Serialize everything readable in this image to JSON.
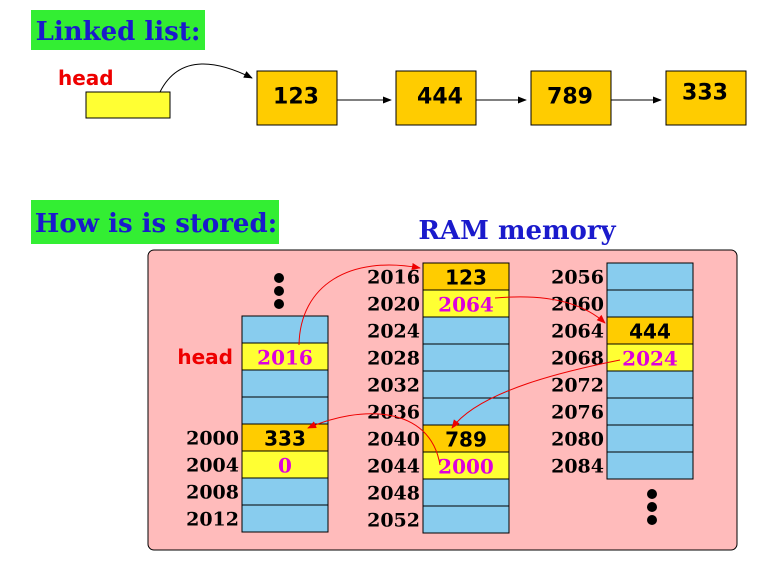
{
  "colors": {
    "green_label": "#33ee33",
    "label_text": "#1a1acc",
    "node_fill": "#ffcc00",
    "head_fill": "#ffff33",
    "cell_blue": "#88ccee",
    "ram_panel": "#ffbbbb",
    "red": "#ee0000",
    "magenta": "#dd00dd",
    "black": "#000000"
  },
  "title_linked": "Linked list:",
  "title_stored": "How is is stored:",
  "ram_title": "RAM memory",
  "head_label": "head",
  "list_nodes": [
    "123",
    "444",
    "789",
    "333"
  ],
  "ram": {
    "head_label": "head",
    "columns": [
      {
        "cells": [
          {
            "addr": "",
            "value": "",
            "style": "blue"
          },
          {
            "addr": "",
            "value": "2016",
            "style": "yellow-magenta"
          },
          {
            "addr": "",
            "value": "",
            "style": "blue"
          },
          {
            "addr": "",
            "value": "",
            "style": "blue"
          },
          {
            "addr": "2000",
            "value": "333",
            "style": "node-black"
          },
          {
            "addr": "2004",
            "value": "0",
            "style": "yellow-magenta"
          },
          {
            "addr": "2008",
            "value": "",
            "style": "blue"
          },
          {
            "addr": "2012",
            "value": "",
            "style": "blue"
          }
        ]
      },
      {
        "cells": [
          {
            "addr": "2016",
            "value": "123",
            "style": "node-black"
          },
          {
            "addr": "2020",
            "value": "2064",
            "style": "yellow-magenta"
          },
          {
            "addr": "2024",
            "value": "",
            "style": "blue"
          },
          {
            "addr": "2028",
            "value": "",
            "style": "blue"
          },
          {
            "addr": "2032",
            "value": "",
            "style": "blue"
          },
          {
            "addr": "2036",
            "value": "",
            "style": "blue"
          },
          {
            "addr": "2040",
            "value": "789",
            "style": "node-black"
          },
          {
            "addr": "2044",
            "value": "2000",
            "style": "yellow-magenta"
          },
          {
            "addr": "2048",
            "value": "",
            "style": "blue"
          },
          {
            "addr": "2052",
            "value": "",
            "style": "blue"
          }
        ]
      },
      {
        "cells": [
          {
            "addr": "2056",
            "value": "",
            "style": "blue"
          },
          {
            "addr": "2060",
            "value": "",
            "style": "blue"
          },
          {
            "addr": "2064",
            "value": "444",
            "style": "node-black"
          },
          {
            "addr": "2068",
            "value": "2024",
            "style": "yellow-magenta"
          },
          {
            "addr": "2072",
            "value": "",
            "style": "blue"
          },
          {
            "addr": "2076",
            "value": "",
            "style": "blue"
          },
          {
            "addr": "2080",
            "value": "",
            "style": "blue"
          },
          {
            "addr": "2084",
            "value": "",
            "style": "blue"
          }
        ]
      }
    ]
  }
}
